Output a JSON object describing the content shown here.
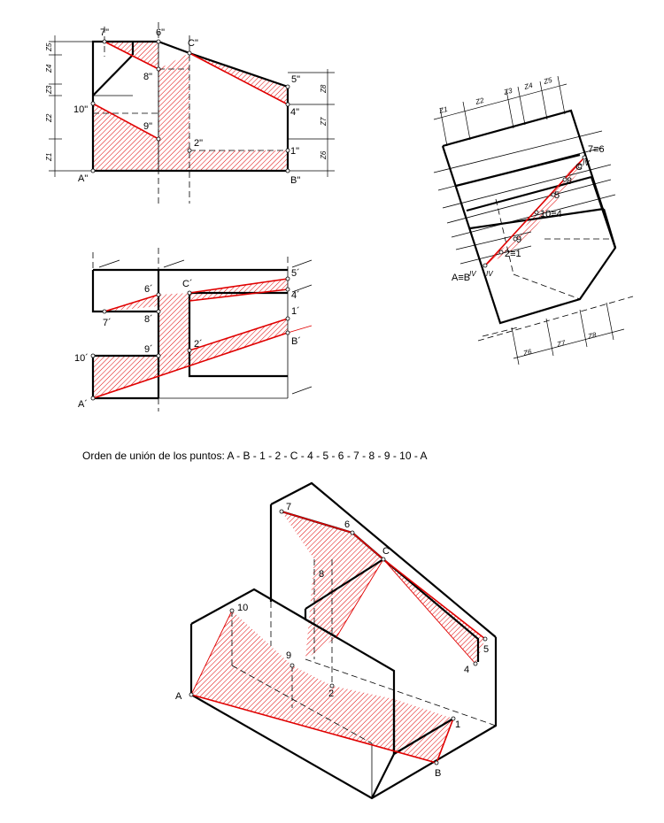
{
  "caption": "Orden de unión de los puntos:  A - B - 1 - 2 - C - 4 - 5 - 6 - 7 - 8 - 9 - 10 - A",
  "elevation": {
    "labels": [
      "7\"",
      "6\"",
      "C\"",
      "8\"",
      "5\"",
      "4\"",
      "10\"",
      "9\"",
      "2\"",
      "1\"",
      "A\"",
      "B\""
    ],
    "z_left": [
      "Z5",
      "Z4",
      "Z3",
      "Z2",
      "Z1"
    ],
    "z_right": [
      "Z8",
      "Z7",
      "Z6"
    ]
  },
  "plan": {
    "labels": [
      "5´",
      "6´",
      "C´",
      "4´",
      "1´",
      "7´",
      "8´",
      "10´",
      "9´",
      "2´",
      "B´",
      "A´"
    ]
  },
  "auxiliary": {
    "labels": [
      "7≡6",
      "C",
      "8",
      "5",
      "10≡4",
      "9",
      "2≡1",
      "A≡B"
    ],
    "superscript": "IV",
    "z_top": [
      "Z1",
      "Z2",
      "Z3",
      "Z4",
      "Z5"
    ],
    "z_bottom": [
      "Z6",
      "Z7",
      "Z8"
    ]
  },
  "isometric": {
    "labels": [
      "7",
      "6",
      "C",
      "8",
      "10",
      "9",
      "2",
      "5",
      "4",
      "1",
      "A",
      "B"
    ]
  },
  "colors": {
    "section": "#e00000",
    "lines": "#000000"
  }
}
